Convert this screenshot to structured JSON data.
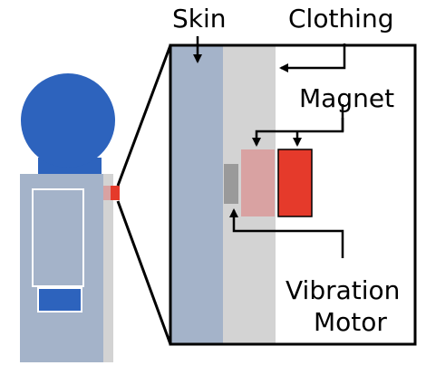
{
  "labels": {
    "skin": "Skin",
    "clothing": "Clothing",
    "magnet": "Magnet",
    "vibration_motor_line1": "Vibration",
    "vibration_motor_line2": "Motor"
  },
  "colors": {
    "head": "#2d63bd",
    "neck": "#2d63bd",
    "torso": "#a4b3c9",
    "clothing_layer": "#d3d3d3",
    "skin_layer": "#a4b3c9",
    "magnet_inner": "#d9a2a2",
    "magnet_outer": "#e53a2b",
    "vibration_motor": "#9a9a9a",
    "outline": "#000000",
    "torso_inner_outline": "#ffffff",
    "torso_bottom_block": "#2d63bd"
  }
}
